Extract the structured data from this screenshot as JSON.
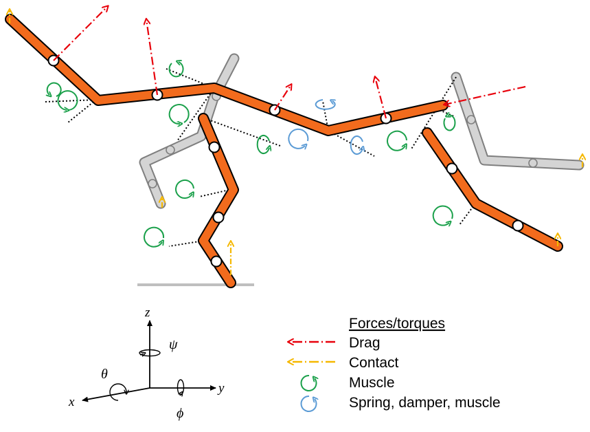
{
  "legend": {
    "title": "Forces/torques",
    "items": [
      {
        "label": "Drag",
        "kind": "drag",
        "color": "#e8000b"
      },
      {
        "label": "Contact",
        "kind": "contact",
        "color": "#f5b800"
      },
      {
        "label": "Muscle",
        "kind": "muscle",
        "color": "#1aa04a"
      },
      {
        "label": "Spring, damper, muscle",
        "kind": "spring",
        "color": "#5b9bd5"
      }
    ]
  },
  "axes": {
    "z": "z",
    "y": "y",
    "x": "x",
    "psi": "ψ",
    "theta": "θ",
    "phi": "ϕ"
  },
  "colors": {
    "segment": "#f26b1d",
    "segment_back": "#d4d4d4",
    "drag": "#e8000b",
    "contact": "#f5b800",
    "muscle": "#1aa04a",
    "spring": "#5b9bd5",
    "ground": "#bfbfbf"
  }
}
